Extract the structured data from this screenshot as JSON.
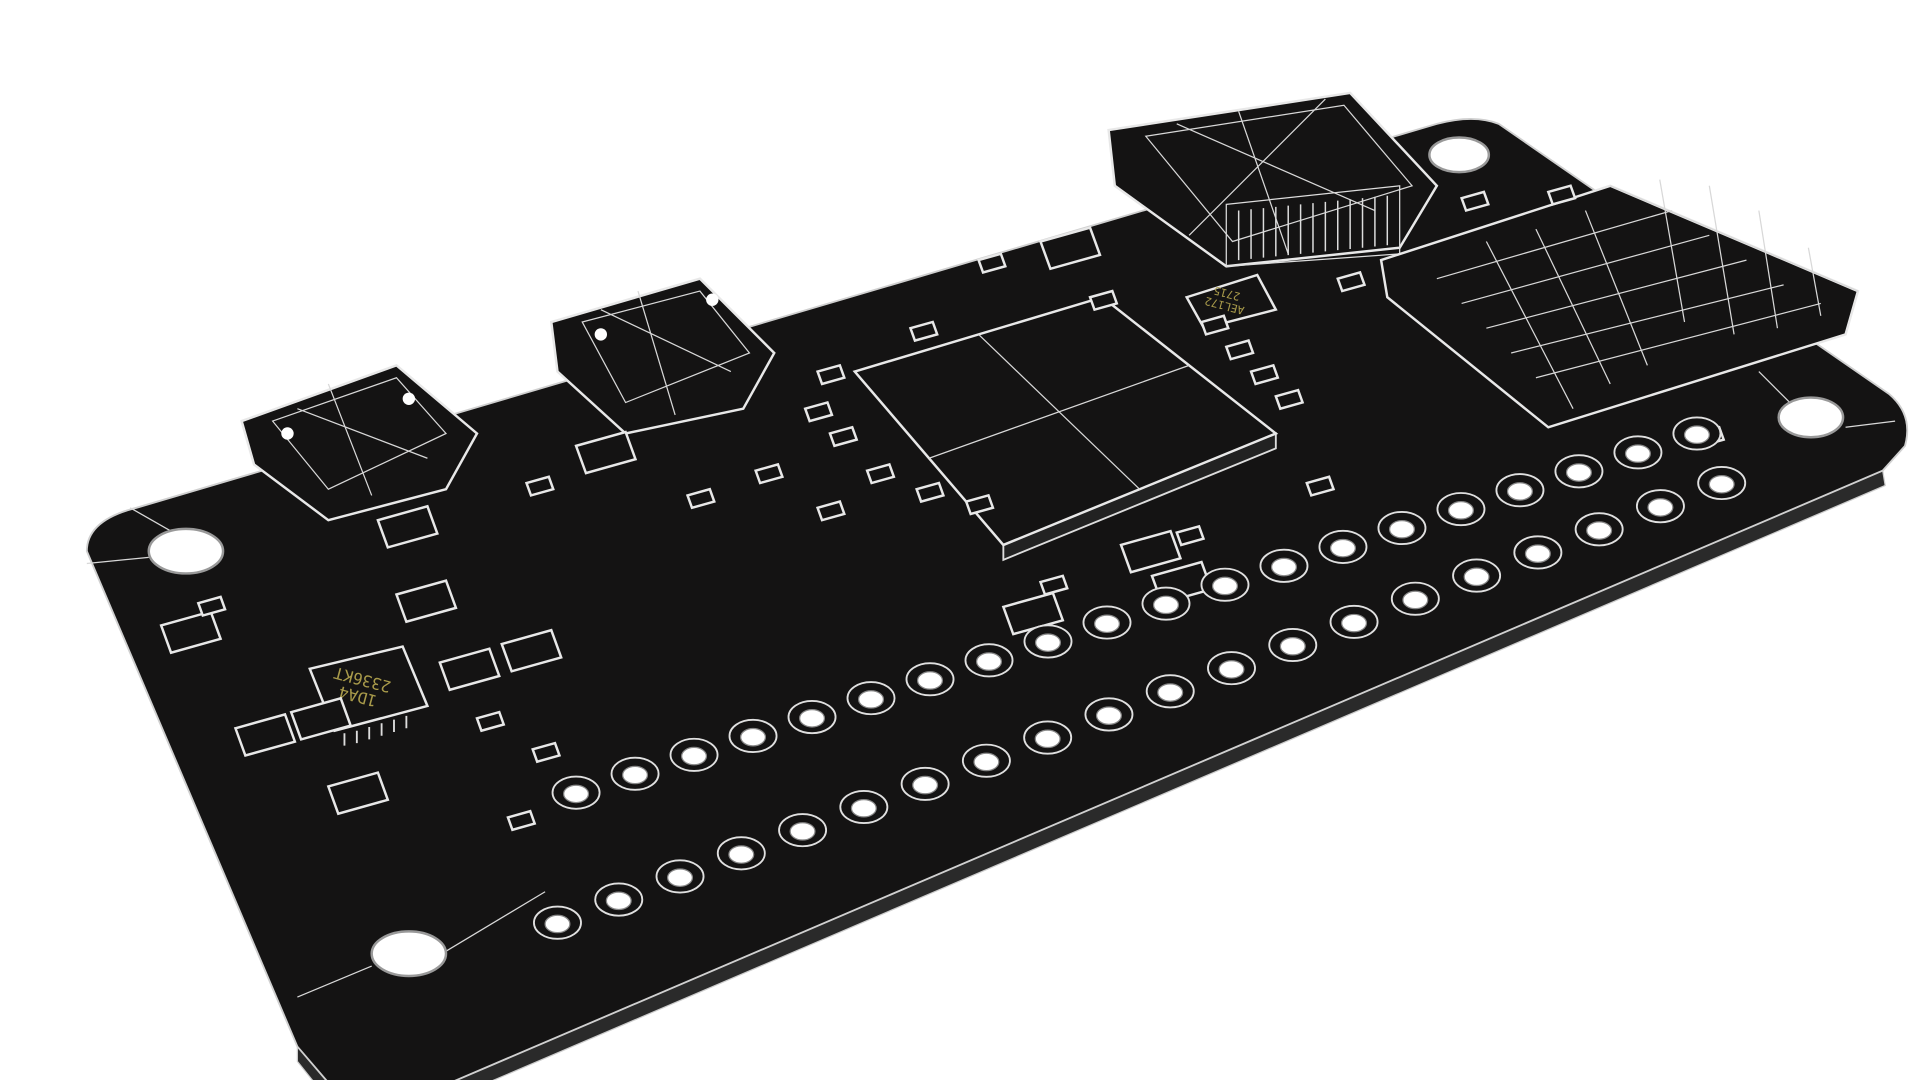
{
  "scene": {
    "subject": "pcb-render",
    "colors": {
      "board": "#141313",
      "outline": "#e8e8e8",
      "background": "#ffffff",
      "chip_text": "#a89a4a"
    }
  },
  "chips": {
    "left_ic": {
      "line1": "1DA4",
      "line2": "2336KT"
    },
    "top_ic": {
      "line1": "AEL172",
      "line2": "2715"
    }
  }
}
